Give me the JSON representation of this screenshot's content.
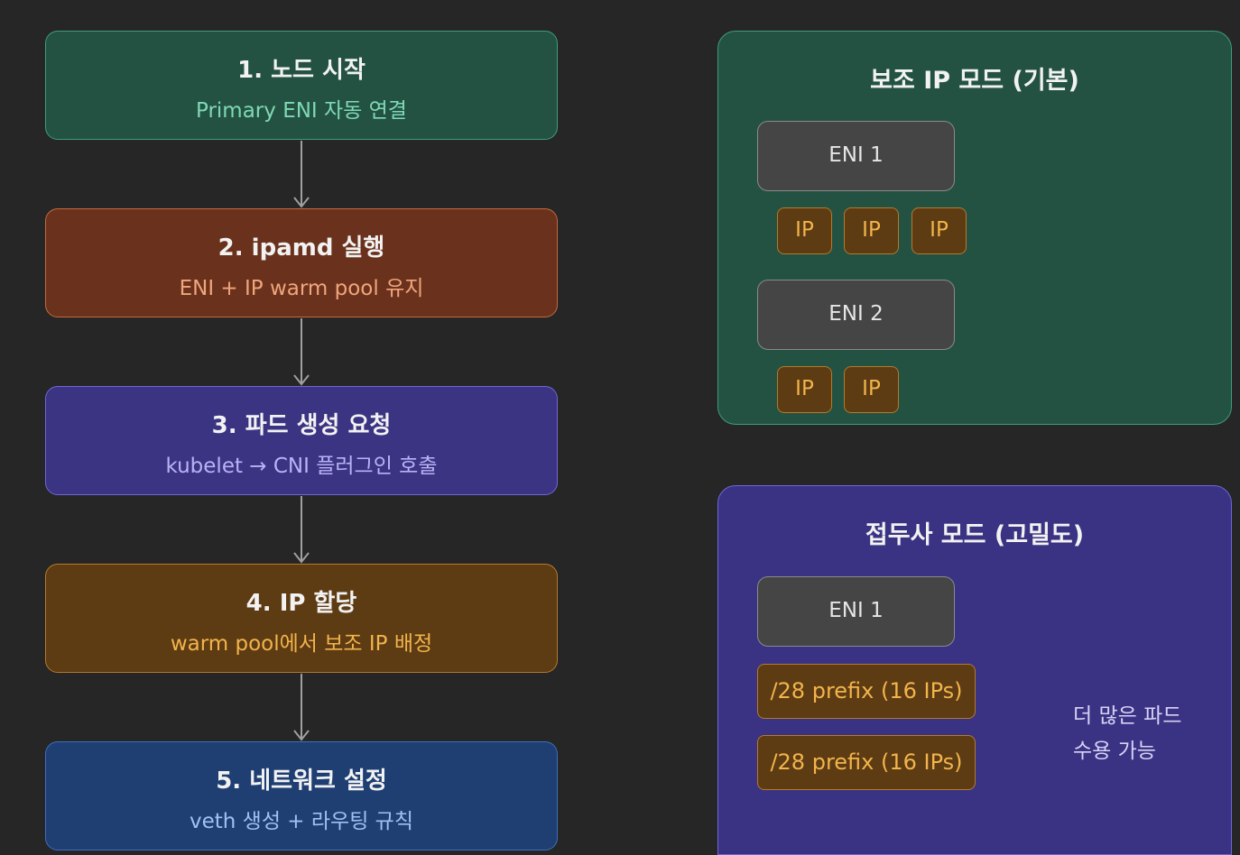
{
  "steps": [
    {
      "title": "1. 노드 시작",
      "sub": "Primary ENI 자동 연결"
    },
    {
      "title": "2. ipamd 실행",
      "sub": "ENI + IP warm pool 유지"
    },
    {
      "title": "3. 파드 생성 요청",
      "sub": "kubelet → CNI 플러그인 호출"
    },
    {
      "title": "4. IP 할당",
      "sub": "warm pool에서 보조 IP 배정"
    },
    {
      "title": "5. 네트워크 설정",
      "sub": "veth 생성 + 라우팅 규칙"
    }
  ],
  "secondary_mode": {
    "title": "보조 IP 모드 (기본)",
    "enis": [
      {
        "label": "ENI 1",
        "ips": [
          "IP",
          "IP",
          "IP"
        ]
      },
      {
        "label": "ENI 2",
        "ips": [
          "IP",
          "IP"
        ]
      }
    ]
  },
  "prefix_mode": {
    "title": "접두사 모드 (고밀도)",
    "eni": "ENI 1",
    "prefixes": [
      "/28 prefix (16 IPs)",
      "/28 prefix (16 IPs)"
    ],
    "note": [
      "더 많은 파드",
      "수용 가능"
    ]
  },
  "colors": {
    "background": "#262626",
    "arrow": "#a0a0a0"
  }
}
